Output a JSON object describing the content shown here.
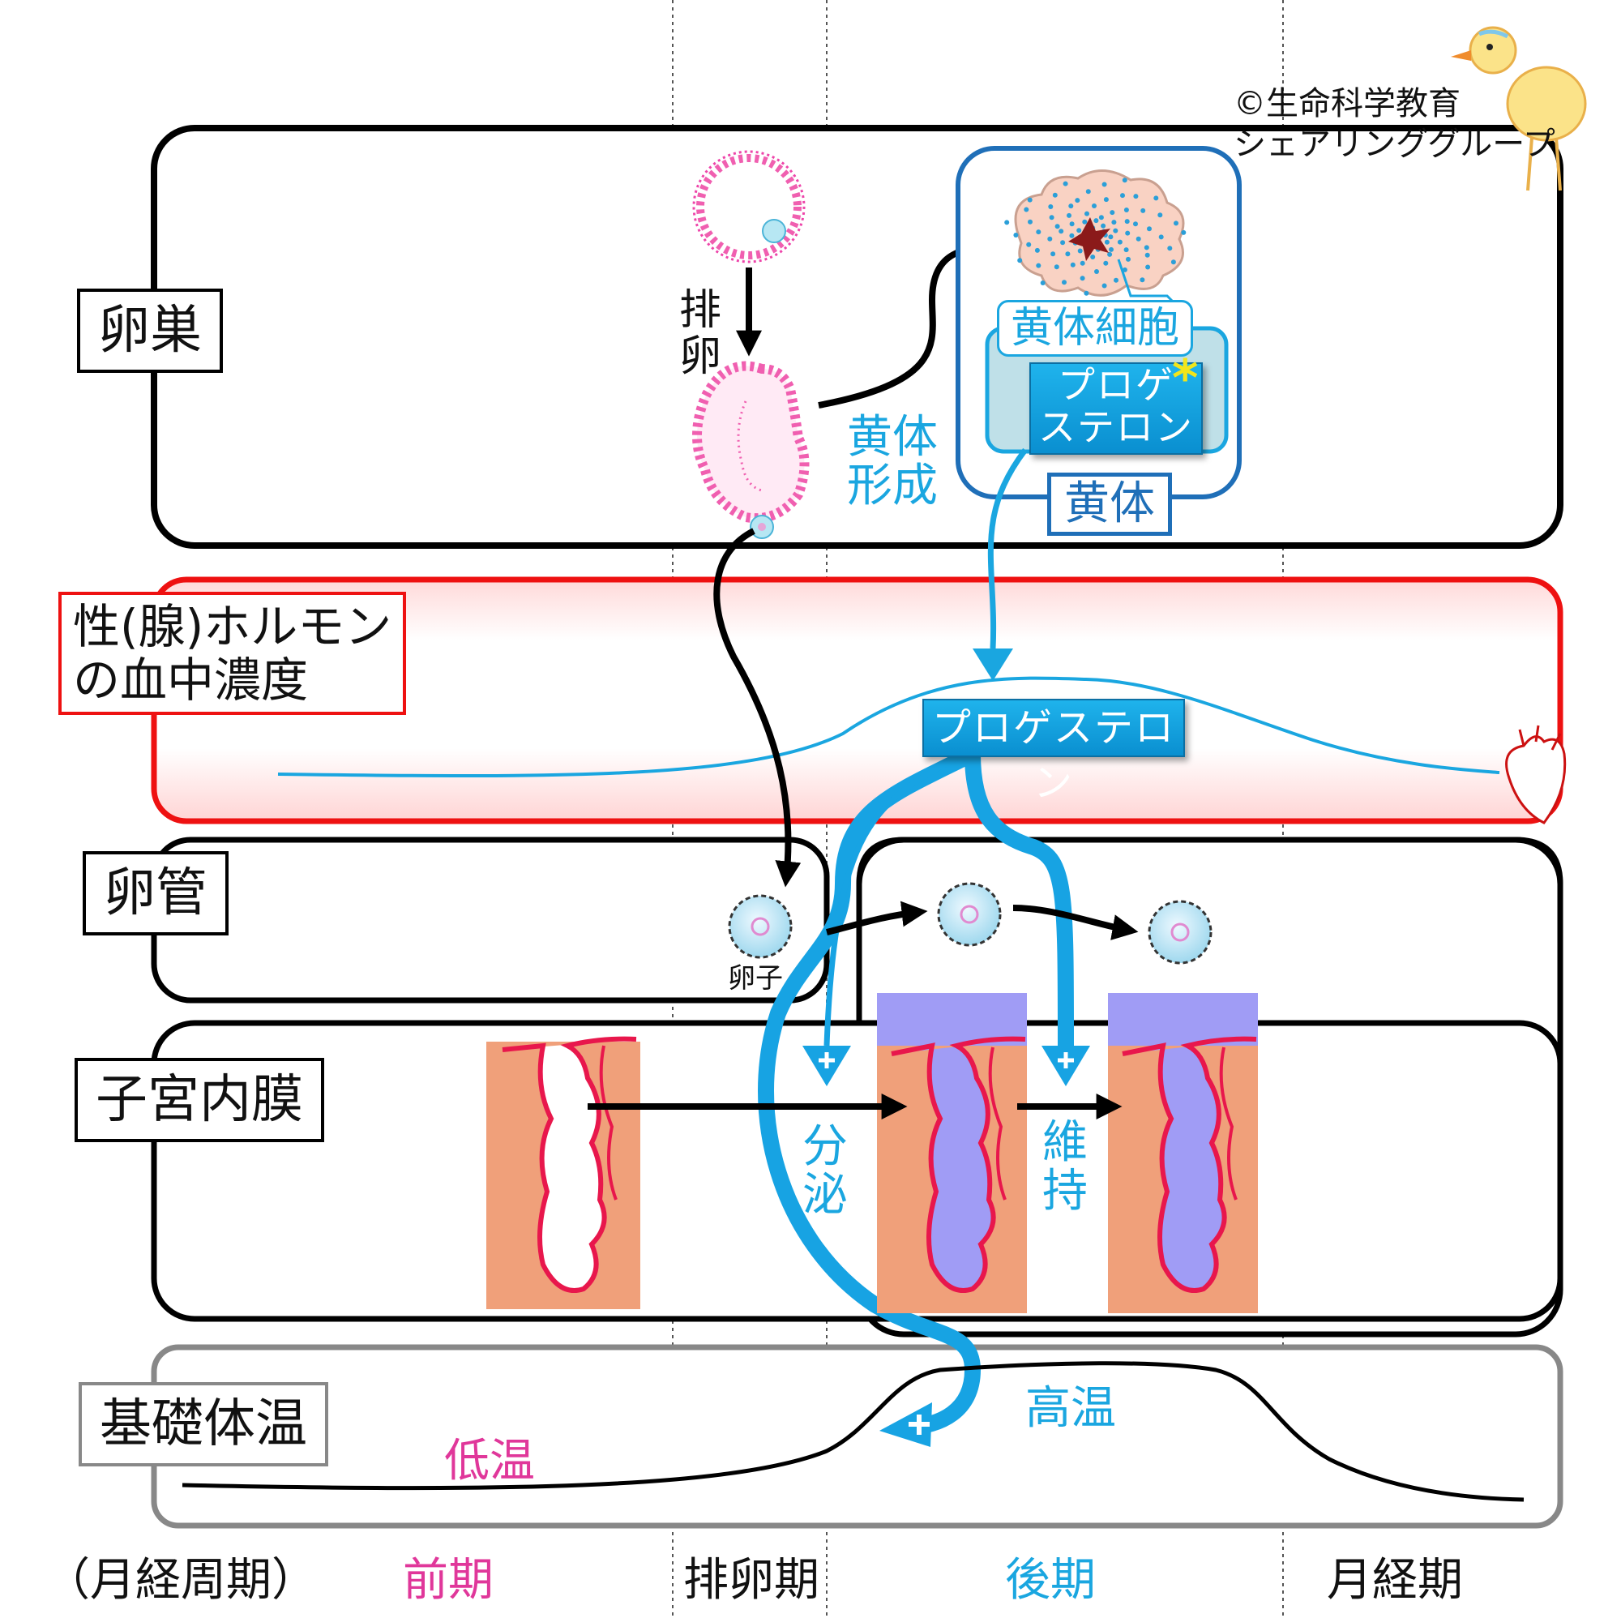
{
  "copyright": {
    "line1": "©生命科学教育",
    "line2": "シェアリンググループ"
  },
  "rows": {
    "ovary": "卵巣",
    "hormone_line1": "性(腺)ホルモン",
    "hormone_line2": "の血中濃度",
    "oviduct": "卵管",
    "endometrium": "子宮内膜",
    "body_temp": "基礎体温"
  },
  "ovary": {
    "ovulation": "排卵",
    "corpus_formation_line1": "黄体",
    "corpus_formation_line2": "形成",
    "luteal_cell": "黄体細胞",
    "progesterone_line1": "プロゲ",
    "progesterone_line2": "ステロン",
    "asterisk": "*",
    "corpus_luteum": "黄体"
  },
  "hormone": {
    "progesterone": "プロゲステロン"
  },
  "oviduct": {
    "egg": "卵子"
  },
  "endometrium": {
    "secretion_line1": "分",
    "secretion_line2": "泌",
    "maintain_line1": "維",
    "maintain_line2": "持"
  },
  "temperature": {
    "low": "低温",
    "high": "高温"
  },
  "phases": {
    "cycle": "（月経周期）",
    "follicular": "前期",
    "ovulatory": "排卵期",
    "luteal": "後期",
    "menstrual": "月経期"
  },
  "colors": {
    "blue": "#1aa6e0",
    "magenta": "#e0379a",
    "red_border": "#ee1111",
    "tissue": "#f0a07a",
    "secretion": "#a09cf5"
  }
}
